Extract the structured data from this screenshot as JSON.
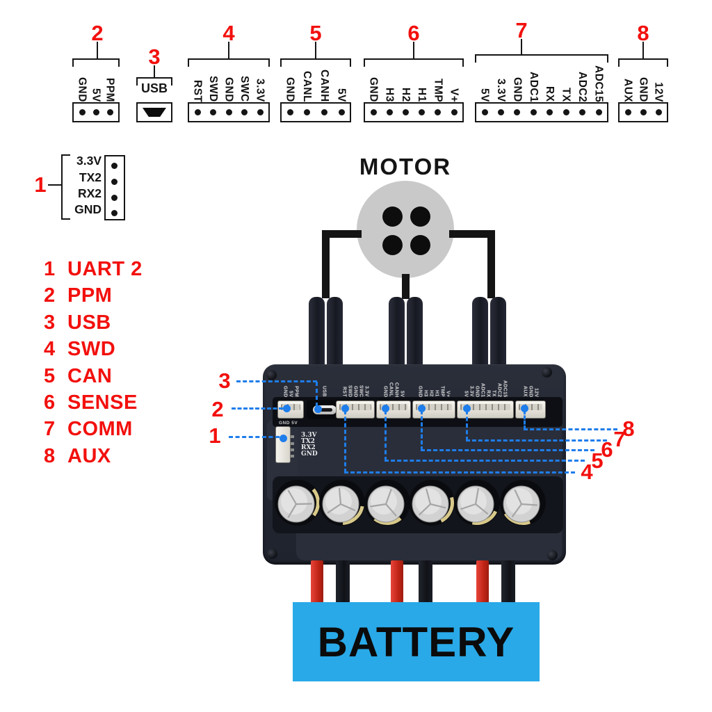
{
  "top_pinouts": [
    {
      "number": "2",
      "pins": [
        "GND",
        "5V",
        "PPM"
      ]
    },
    {
      "number": "3",
      "label": "USB"
    },
    {
      "number": "4",
      "pins": [
        "RST",
        "SWD",
        "GND",
        "SWC",
        "3.3V"
      ]
    },
    {
      "number": "5",
      "pins": [
        "GND",
        "CANL",
        "CANH",
        "5V"
      ]
    },
    {
      "number": "6",
      "pins": [
        "GND",
        "H3",
        "H2",
        "H1",
        "TMP",
        "V+"
      ]
    },
    {
      "number": "7",
      "pins": [
        "5V",
        "3.3V",
        "GND",
        "ADC1",
        "RX",
        "TX",
        "ADC2",
        "ADC15"
      ]
    },
    {
      "number": "8",
      "pins": [
        "AUX",
        "GND",
        "12V"
      ]
    }
  ],
  "uart_pinout": {
    "number": "1",
    "pins": [
      "3.3V",
      "TX2",
      "RX2",
      "GND"
    ]
  },
  "legend": [
    {
      "number": "1",
      "label": "UART 2"
    },
    {
      "number": "2",
      "label": "PPM"
    },
    {
      "number": "3",
      "label": "USB"
    },
    {
      "number": "4",
      "label": "SWD"
    },
    {
      "number": "5",
      "label": "CAN"
    },
    {
      "number": "6",
      "label": "SENSE"
    },
    {
      "number": "7",
      "label": "COMM"
    },
    {
      "number": "8",
      "label": "AUX"
    }
  ],
  "motor": {
    "label": "MOTOR"
  },
  "battery": {
    "label": "BATTERY"
  },
  "board": {
    "silk_labels": [
      [
        "GND",
        "5V",
        "PPM"
      ],
      [
        "USB"
      ],
      [
        "RST",
        "SWD",
        "GND",
        "SWC",
        "3.3V"
      ],
      [
        "GND",
        "CANL",
        "CANH",
        "5V"
      ],
      [
        "GND",
        "H3",
        "H2",
        "H1",
        "TMP",
        "V+"
      ],
      [
        "5V",
        "3.3V",
        "GND",
        "ADC1",
        "RX",
        "TX",
        "ADC2",
        "ADC15"
      ],
      [
        "AUX",
        "GND",
        "12V"
      ]
    ],
    "uart_silk": [
      "3.3V",
      "TX2",
      "RX2",
      "GND"
    ],
    "power_silk": "GND 5V",
    "callouts_left": [
      "3",
      "2",
      "1"
    ],
    "callouts_right": [
      "8",
      "7",
      "6",
      "5",
      "4"
    ]
  },
  "colors": {
    "accent_red": "#f2100d",
    "leader_blue": "#1e7deb",
    "battery_blue": "#29a9e8",
    "motor_gray": "#c9c9c9"
  }
}
